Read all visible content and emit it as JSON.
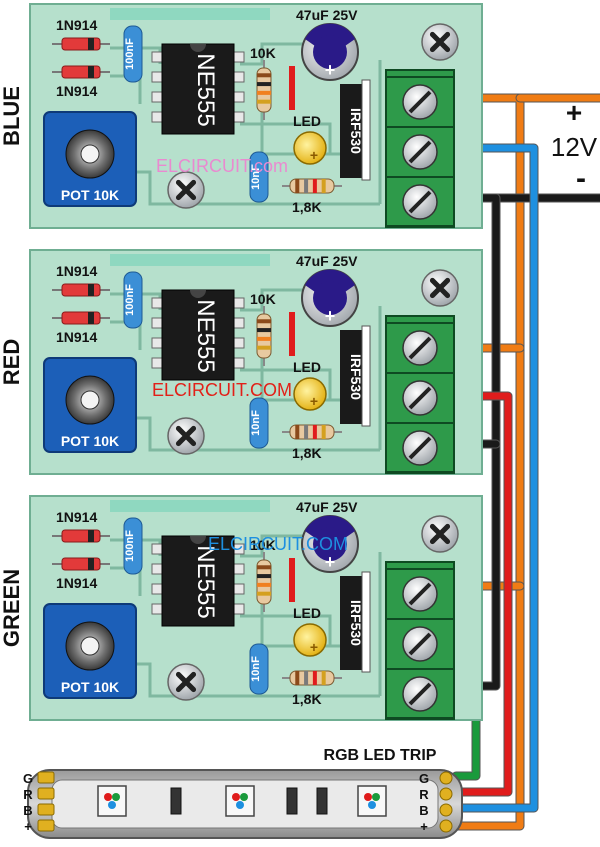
{
  "boards": [
    {
      "channel_label": "BLUE",
      "diode_top": "1N914",
      "diode_bottom": "1N914",
      "cap_100nf": "100nF",
      "ic": "NE555",
      "resistor_10k": "10K",
      "electrolytic": "47uF 25V",
      "led": "LED",
      "mosfet": "IRF530",
      "cap_10nf": "10nF",
      "resistor_1k8": "1,8K",
      "pot": "POT 10K",
      "watermark": "ELCIRCUIT.com",
      "watermark_color": "#e98ad0"
    },
    {
      "channel_label": "RED",
      "diode_top": "1N914",
      "diode_bottom": "1N914",
      "cap_100nf": "100nF",
      "ic": "NE555",
      "resistor_10k": "10K",
      "electrolytic": "47uF 25V",
      "led": "LED",
      "mosfet": "IRF530",
      "cap_10nf": "10nF",
      "resistor_1k8": "1,8K",
      "pot": "POT 10K",
      "watermark": "ELCIRCUIT.COM",
      "watermark_color": "#e22018"
    },
    {
      "channel_label": "GREEN",
      "diode_top": "1N914",
      "diode_bottom": "1N914",
      "cap_100nf": "100nF",
      "ic": "NE555",
      "resistor_10k": "10K",
      "electrolytic": "47uF 25V",
      "led": "LED",
      "mosfet": "IRF530",
      "cap_10nf": "10nF",
      "resistor_1k8": "1,8K",
      "pot": "POT 10K",
      "watermark": "ELCIRCUIT.COM",
      "watermark_color": "#1d8fe0"
    }
  ],
  "power": {
    "plus": "+",
    "voltage": "12V",
    "minus": "-"
  },
  "strip": {
    "title": "RGB LED TRIP",
    "left_pins": [
      "G",
      "R",
      "B",
      "+"
    ],
    "right_pins": [
      "G",
      "R",
      "B",
      "+"
    ]
  },
  "colors": {
    "board": "#b6e0cc",
    "board_stripe": "#8fd8c0",
    "orange_wire": "#f07c14",
    "blue_wire": "#1e90e0",
    "red_wire": "#e01c1c",
    "green_wire": "#1a9a3c",
    "black_wire": "#1a1a1a",
    "terminal": "#2e9a4a",
    "pot_body": "#1c5fb8"
  }
}
